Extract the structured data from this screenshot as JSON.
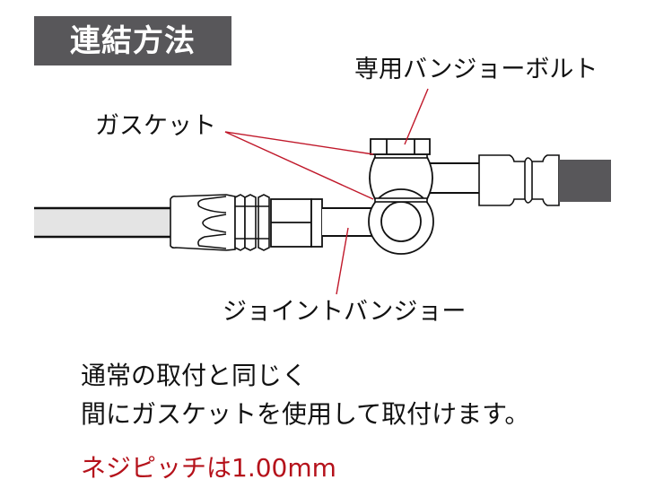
{
  "title": "連結方法",
  "labels": {
    "banjo_bolt": "専用バンジョーボルト",
    "gasket": "ガスケット",
    "joint_banjo": "ジョイントバンジョー"
  },
  "notes": {
    "line1": "通常の取付と同じく",
    "line2": "間にガスケットを使用して取付けます。",
    "pitch": "ネジピッチは1.00mm"
  },
  "colors": {
    "title_bg": "#58575a",
    "title_text": "#ffffff",
    "leader_line": "#c0182a",
    "pitch_text": "#b5121b",
    "hose_light": "#e4e4e4",
    "hose_dark": "#58575a"
  }
}
